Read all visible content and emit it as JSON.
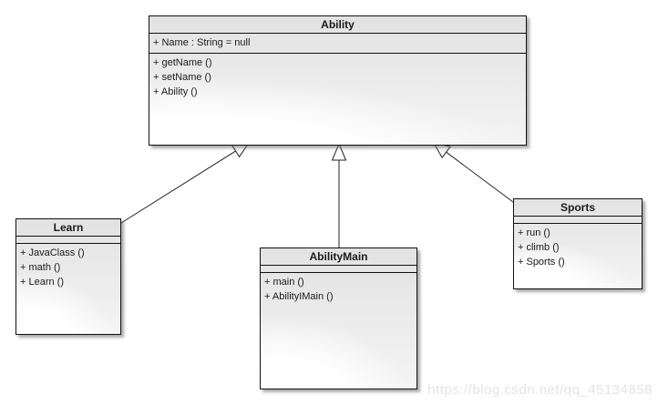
{
  "diagram": {
    "type": "uml-class-diagram",
    "classes": [
      {
        "name": "Ability",
        "attributes": [
          "+ Name : String = null"
        ],
        "methods": [
          "+ getName ()",
          "+ setName ()",
          "+ Ability ()"
        ]
      },
      {
        "name": "Learn",
        "attributes": [],
        "methods": [
          "+ JavaClass ()",
          "+ math ()",
          "+ Learn ()"
        ]
      },
      {
        "name": "AbilityMain",
        "attributes": [],
        "methods": [
          "+ main ()",
          "+ AbilityIMain ()"
        ]
      },
      {
        "name": "Sports",
        "attributes": [],
        "methods": [
          "+ run ()",
          "+ climb ()",
          "+ Sports ()"
        ]
      }
    ],
    "relations": [
      {
        "from": "Learn",
        "to": "Ability",
        "type": "generalization"
      },
      {
        "from": "AbilityMain",
        "to": "Ability",
        "type": "generalization"
      },
      {
        "from": "Sports",
        "to": "Ability",
        "type": "generalization"
      }
    ],
    "colors": {
      "box_border": "#111111",
      "box_fill_top": "#e2e2e2",
      "box_fill_bottom": "#ffffff",
      "text": "#1b1b1b",
      "watermark": "#e3e3e3"
    },
    "watermark": "https://blog.csdn.net/qq_45134858"
  }
}
